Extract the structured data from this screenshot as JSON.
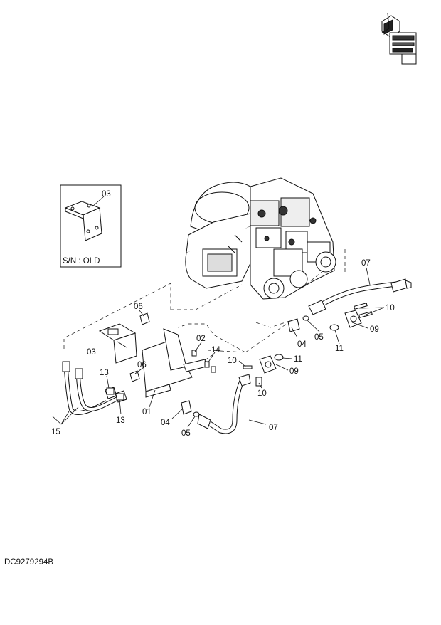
{
  "drawing_code": "DC9279294B",
  "inset": {
    "part_label": "03",
    "caption": "S/N : OLD"
  },
  "callouts": {
    "c01": "01",
    "c02": "02",
    "c03": "03",
    "c04a": "04",
    "c04b": "04",
    "c05a": "05",
    "c05b": "05",
    "c06a": "06",
    "c06b": "06",
    "c07a": "07",
    "c07b": "07",
    "c09a": "09",
    "c09b": "09",
    "c10a": "10",
    "c10b": "10",
    "c10c": "10",
    "c11a": "11",
    "c11b": "11",
    "c13a": "13",
    "c13b": "13",
    "c14": "14",
    "c15": "15"
  },
  "icons": {
    "corner_symbol": "machine-section-icon"
  }
}
